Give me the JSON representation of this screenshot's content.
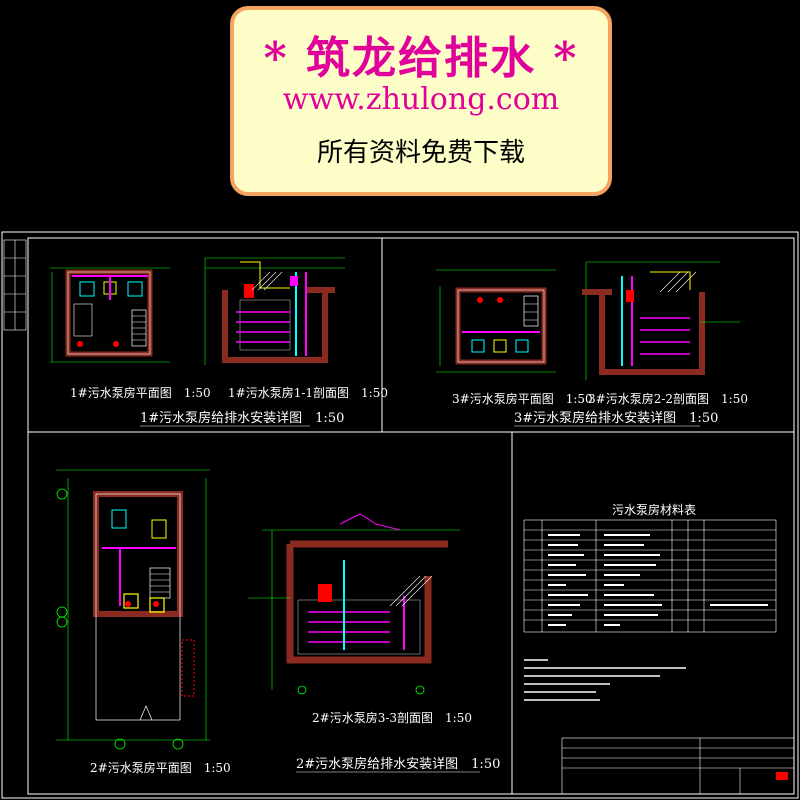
{
  "banner": {
    "title": "* 筑龙给排水 *",
    "url": "www.zhulong.com",
    "subtitle": "所有资料免费下载"
  },
  "drawings": {
    "p1_plan_caption": "1#污水泵房平面图　1:50",
    "p1_section_caption": "1#污水泵房1-1剖面图　1:50",
    "p1_group_caption": "1#污水泵房给排水安装详图　1:50",
    "p3_plan_caption": "3#污水泵房平面图　1:50",
    "p3_section_caption": "3#污水泵房2-2剖面图　1:50",
    "p3_group_caption": "3#污水泵房给排水安装详图　1:50",
    "p2_plan_caption": "2#污水泵房平面图　1:50",
    "p2_section_caption": "2#污水泵房3-3剖面图　1:50",
    "p2_group_caption": "2#污水泵房给排水安装详图　1:50",
    "materials_title": "污水泵房材料表"
  },
  "colors": {
    "frame": "#ffffff",
    "wall": "#8b2a1e",
    "pipe_magenta": "#ff00ff",
    "pipe_cyan": "#00ffff",
    "dim_green": "#00ff00",
    "accent_yellow": "#ffff00",
    "accent_red": "#ff0000"
  }
}
